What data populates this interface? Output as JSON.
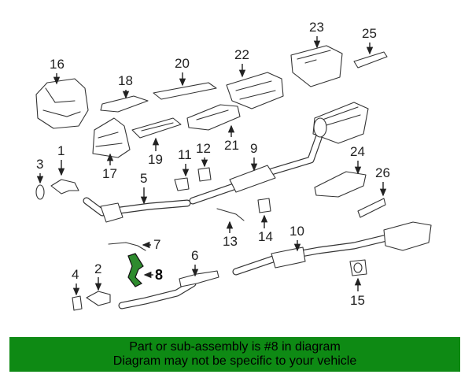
{
  "callouts": {
    "c1": "1",
    "c2": "2",
    "c3": "3",
    "c4": "4",
    "c5": "5",
    "c6": "6",
    "c7": "7",
    "c8": "8",
    "c9": "9",
    "c10": "10",
    "c11": "11",
    "c12": "12",
    "c13": "13",
    "c14": "14",
    "c15": "15",
    "c16": "16",
    "c17": "17",
    "c18": "18",
    "c19": "19",
    "c20": "20",
    "c21": "21",
    "c22": "22",
    "c23": "23",
    "c24": "24",
    "c25": "25",
    "c26": "26"
  },
  "highlight": {
    "part": "8",
    "color": "#2e8b2e"
  },
  "banner": {
    "line1": "Part or sub-assembly is #8 in diagram",
    "line2": "Diagram may not be specific to your vehicle",
    "color": "#0e8a14"
  }
}
